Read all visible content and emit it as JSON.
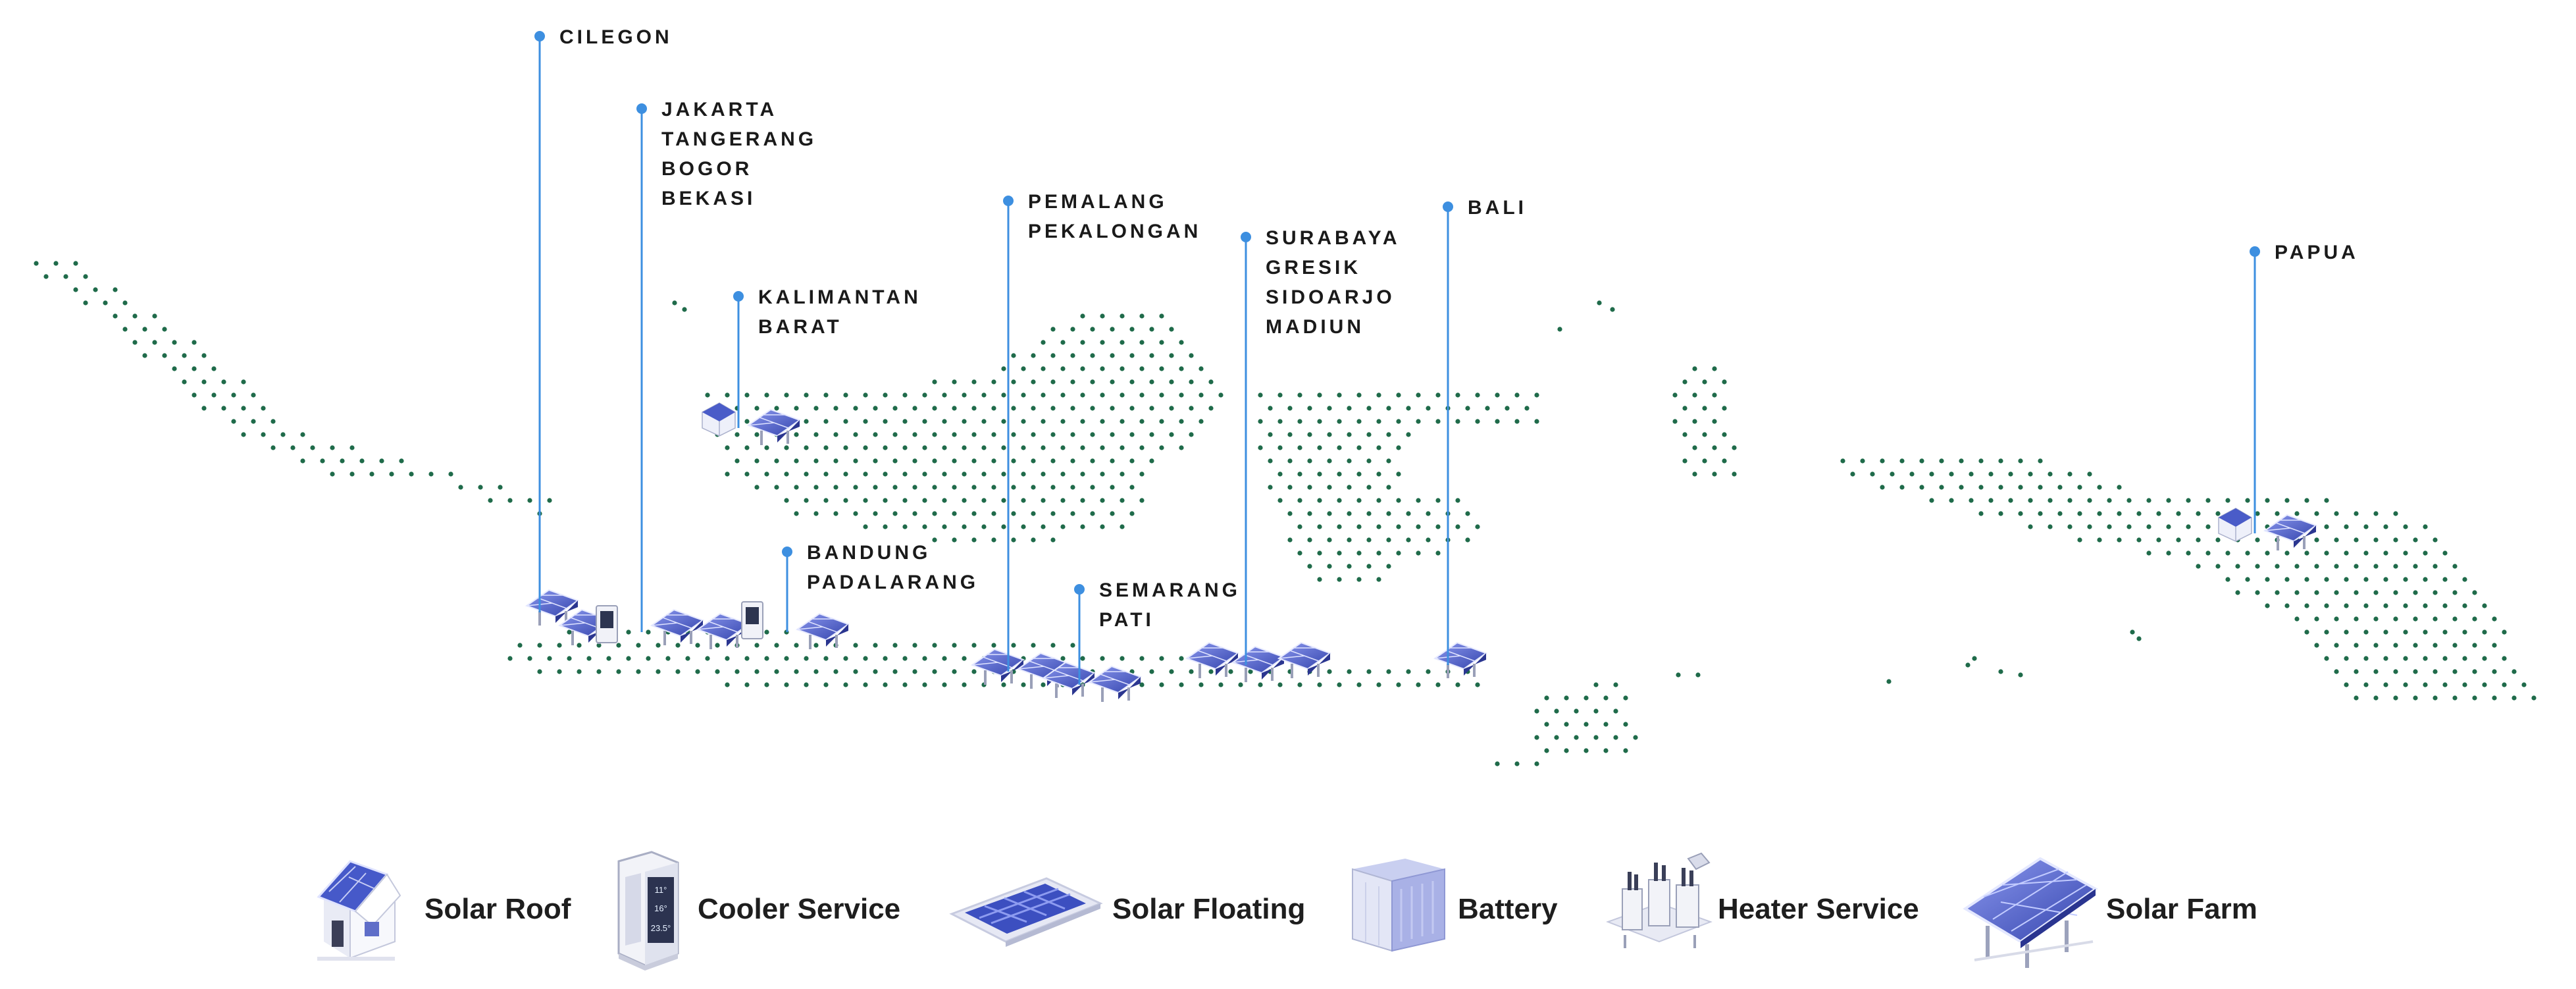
{
  "locations": [
    {
      "id": "cilegon",
      "lines": [
        "CILEGON"
      ],
      "asset_icons": [
        "solar-farm-icon"
      ]
    },
    {
      "id": "jakarta",
      "lines": [
        "JAKARTA",
        "TANGERANG",
        "BOGOR",
        "BEKASI"
      ],
      "asset_icons": [
        "solar-farm-icon",
        "cooler-service-icon",
        "solar-farm-icon",
        "solar-farm-icon"
      ]
    },
    {
      "id": "kalimantan-barat",
      "lines": [
        "KALIMANTAN",
        "BARAT"
      ],
      "asset_icons": [
        "solar-roof-icon",
        "solar-farm-icon"
      ]
    },
    {
      "id": "bandung",
      "lines": [
        "BANDUNG",
        "PADALARANG"
      ],
      "asset_icons": [
        "cooler-service-icon",
        "solar-farm-icon"
      ]
    },
    {
      "id": "pemalang",
      "lines": [
        "PEMALANG",
        "PEKALONGAN"
      ],
      "asset_icons": [
        "solar-farm-icon",
        "solar-farm-icon"
      ]
    },
    {
      "id": "semarang",
      "lines": [
        "SEMARANG",
        "PATI"
      ],
      "asset_icons": [
        "solar-farm-icon",
        "solar-farm-icon"
      ]
    },
    {
      "id": "surabaya",
      "lines": [
        "SURABAYA",
        "GRESIK",
        "SIDOARJO",
        "MADIUN"
      ],
      "asset_icons": [
        "solar-farm-icon",
        "solar-farm-icon",
        "solar-farm-icon"
      ]
    },
    {
      "id": "bali",
      "lines": [
        "BALI"
      ],
      "asset_icons": [
        "solar-farm-icon"
      ]
    },
    {
      "id": "papua",
      "lines": [
        "PAPUA"
      ],
      "asset_icons": [
        "solar-roof-icon",
        "solar-farm-icon"
      ]
    }
  ],
  "legend": [
    {
      "id": "solar-roof",
      "label": "Solar Roof",
      "icon": "solar-roof-icon"
    },
    {
      "id": "cooler-service",
      "label": "Cooler Service",
      "icon": "cooler-service-icon"
    },
    {
      "id": "solar-floating",
      "label": "Solar Floating",
      "icon": "solar-floating-icon"
    },
    {
      "id": "battery",
      "label": "Battery",
      "icon": "battery-icon"
    },
    {
      "id": "heater-service",
      "label": "Heater Service",
      "icon": "heater-service-icon"
    },
    {
      "id": "solar-farm",
      "label": "Solar Farm",
      "icon": "solar-farm-icon"
    }
  ],
  "cooler_readout": {
    "line1": "11°",
    "line2": "16°",
    "line3": "23.5°"
  },
  "colors": {
    "dot": "#1f6b4a",
    "pin": "#3d8fe0",
    "panel_dark": "#3a4fb8",
    "panel_light": "#7f8fe6",
    "frame": "#cfd3e8",
    "text": "#1a1a1a"
  }
}
